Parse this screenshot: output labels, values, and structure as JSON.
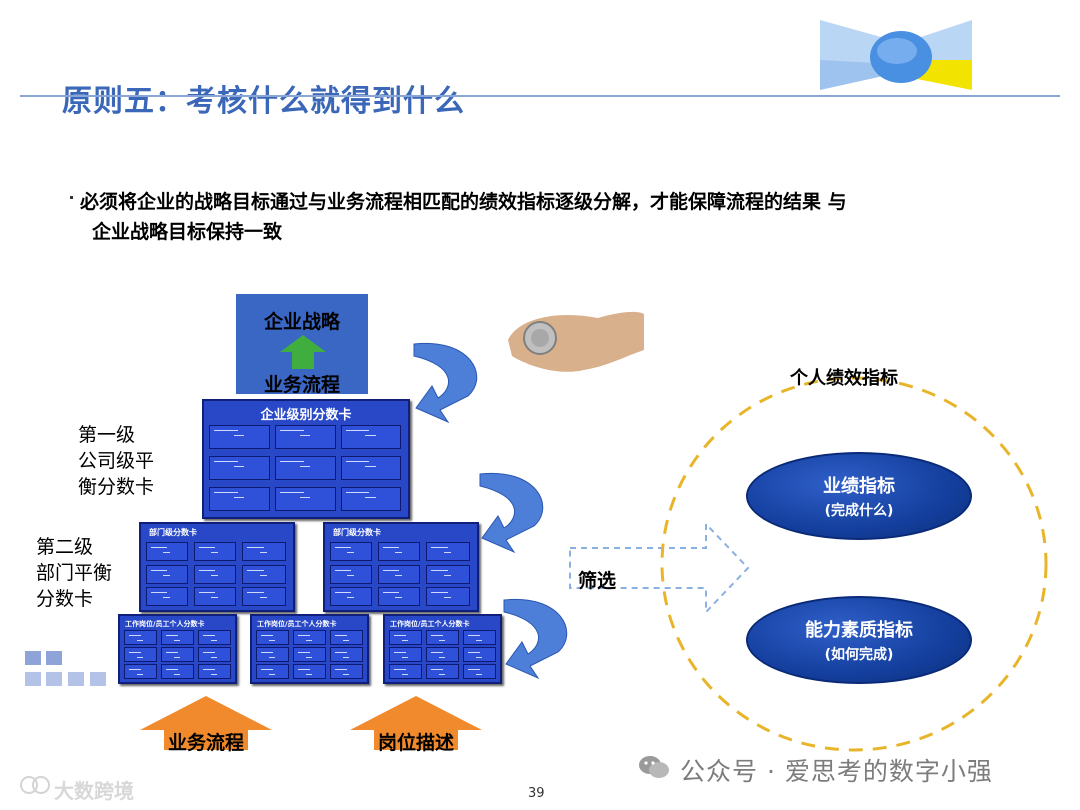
{
  "slide": {
    "title": "原则五：考核什么就得到什么",
    "body_line1": "必须将企业的战略目标通过与业务流程相匹配的绩效指标逐级分解，才能保障流程的结果 与",
    "body_line2": "企业战略目标保持一致",
    "page_number": "39"
  },
  "diagram": {
    "strategy_label": "企业战略",
    "process_label": "业务流程",
    "company_card_title": "企业级别分数卡",
    "dept_card_title": "部门级分数卡",
    "staff_card_title": "工作岗位/员工个人分数卡",
    "level1_label": [
      "第一级",
      "公司级平",
      "衡分数卡"
    ],
    "level2_label": [
      "第二级",
      "部门平衡",
      "分数卡"
    ],
    "bottom_arrow_left": "业务流程",
    "bottom_arrow_right": "岗位描述",
    "filter_label": "筛选",
    "individual_title": "个人绩效指标",
    "performance_indicator": "业绩指标",
    "performance_sub": "(完成什么)",
    "competency_indicator": "能力素质指标",
    "competency_sub": "(如何完成)",
    "colors": {
      "title": "#3b67b8",
      "card": "#2848c8",
      "strategy_box": "#3a66c4",
      "up_arrow": "#3fae3f",
      "bottom_arrow": "#f08a2c",
      "dashed_circle": "#e8b52a",
      "curved_arrow": "#4d7fd8"
    }
  },
  "watermark": {
    "text": "公众号 · 爱思考的数字小强",
    "corner_text": "大数跨境"
  }
}
